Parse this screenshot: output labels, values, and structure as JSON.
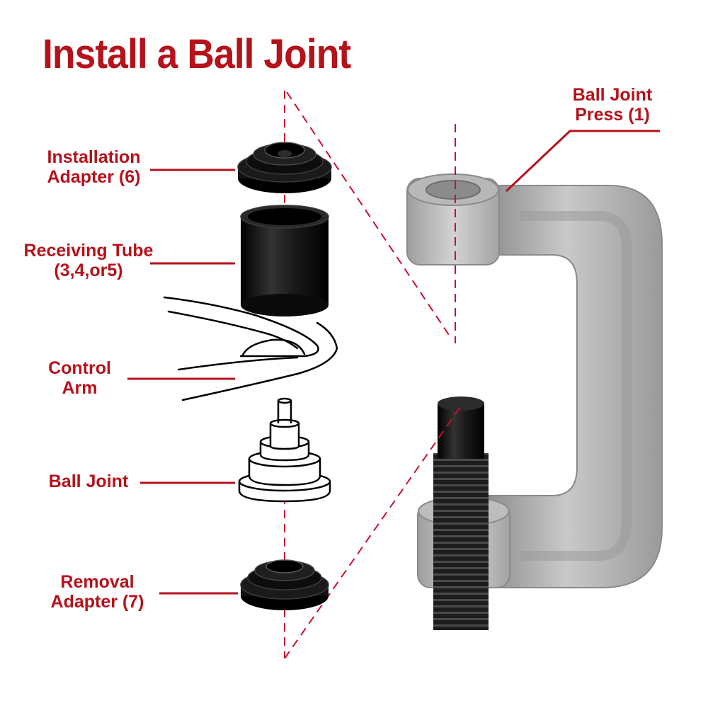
{
  "title": "Install a Ball Joint",
  "colors": {
    "label_red": "#b5121b",
    "dash_red": "#c8102e",
    "part_black": "#111111",
    "press_gray": "#a9a9a9"
  },
  "labels": {
    "ball_joint_press": {
      "line1": "Ball Joint",
      "line2": "Press (1)"
    },
    "installation_adapter": {
      "line1": "Installation",
      "line2": "Adapter (6)"
    },
    "receiving_tube": {
      "line1": "Receiving Tube",
      "line2": "(3,4,or5)"
    },
    "control_arm": {
      "line1": "Control",
      "line2": "Arm"
    },
    "ball_joint": {
      "line1": "Ball Joint"
    },
    "removal_adapter": {
      "line1": "Removal",
      "line2": "Adapter (7)"
    }
  }
}
